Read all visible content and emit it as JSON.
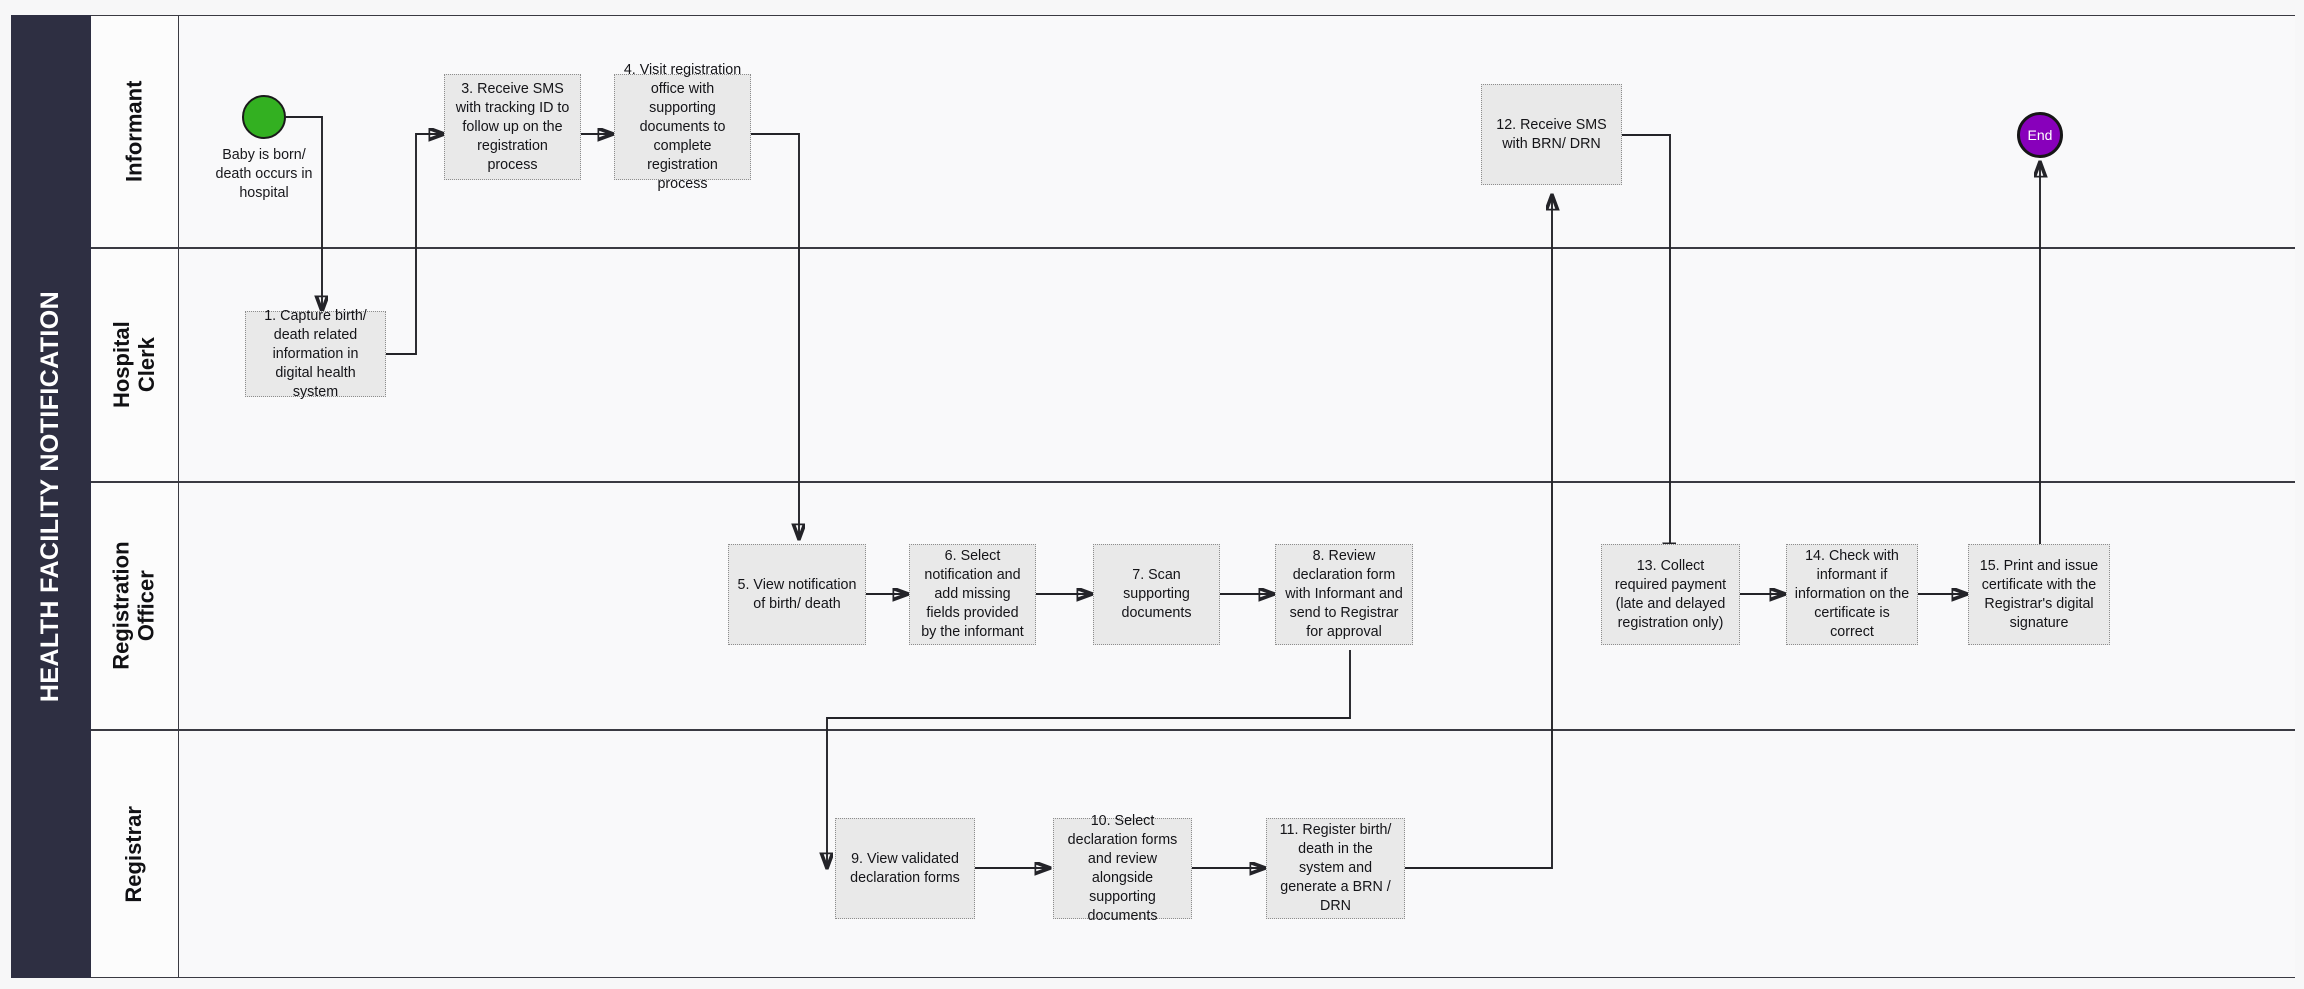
{
  "pool": {
    "title": "HEALTH FACILITY NOTIFICATION",
    "header_color": "#2e2f42"
  },
  "lanes": [
    {
      "id": "informant",
      "label": "Informant"
    },
    {
      "id": "hospital-clerk",
      "label": "Hospital Clerk"
    },
    {
      "id": "registration-officer",
      "label": "Registration\nOfficer"
    },
    {
      "id": "registrar",
      "label": "Registrar"
    }
  ],
  "events": {
    "start": {
      "label": "",
      "caption": "Baby is born/\ndeath occurs in\nhospital",
      "color": "#33b021"
    },
    "end": {
      "label": "End",
      "color": "#8800bb"
    }
  },
  "tasks": [
    {
      "id": "t1",
      "lane": "hospital-clerk",
      "text": "1. Capture birth/ death related information in digital health system"
    },
    {
      "id": "t3",
      "lane": "informant",
      "text": "3. Receive SMS with tracking ID to follow up on the registration process"
    },
    {
      "id": "t4",
      "lane": "informant",
      "text": "4. Visit registration office with supporting documents to complete registration process"
    },
    {
      "id": "t5",
      "lane": "registration-officer",
      "text": "5. View notification of birth/ death"
    },
    {
      "id": "t6",
      "lane": "registration-officer",
      "text": "6. Select notification and add missing fields provided by the informant"
    },
    {
      "id": "t7",
      "lane": "registration-officer",
      "text": "7. Scan supporting documents"
    },
    {
      "id": "t8",
      "lane": "registration-officer",
      "text": "8. Review declaration form with Informant and send to Registrar for approval"
    },
    {
      "id": "t9",
      "lane": "registrar",
      "text": "9. View validated declaration forms"
    },
    {
      "id": "t10",
      "lane": "registrar",
      "text": "10. Select declaration forms and review alongside supporting documents"
    },
    {
      "id": "t11",
      "lane": "registrar",
      "text": "11. Register birth/ death in the system and generate a BRN / DRN"
    },
    {
      "id": "t12",
      "lane": "informant",
      "text": "12. Receive SMS with BRN/ DRN"
    },
    {
      "id": "t13",
      "lane": "registration-officer",
      "text": "13. Collect required payment (late and delayed registration only)"
    },
    {
      "id": "t14",
      "lane": "registration-officer",
      "text": "14. Check with informant if information on the certificate is correct"
    },
    {
      "id": "t15",
      "lane": "registration-officer",
      "text": "15.  Print and issue certificate with the Registrar's digital signature"
    }
  ],
  "flows": [
    {
      "from": "start",
      "to": "t1"
    },
    {
      "from": "t1",
      "to": "t3"
    },
    {
      "from": "t3",
      "to": "t4"
    },
    {
      "from": "t4",
      "to": "t5"
    },
    {
      "from": "t5",
      "to": "t6"
    },
    {
      "from": "t6",
      "to": "t7"
    },
    {
      "from": "t7",
      "to": "t8"
    },
    {
      "from": "t8",
      "to": "t9"
    },
    {
      "from": "t9",
      "to": "t10"
    },
    {
      "from": "t10",
      "to": "t11"
    },
    {
      "from": "t11",
      "to": "t12"
    },
    {
      "from": "t12",
      "to": "t13"
    },
    {
      "from": "t13",
      "to": "t14"
    },
    {
      "from": "t14",
      "to": "t15"
    },
    {
      "from": "t15",
      "to": "end"
    }
  ]
}
